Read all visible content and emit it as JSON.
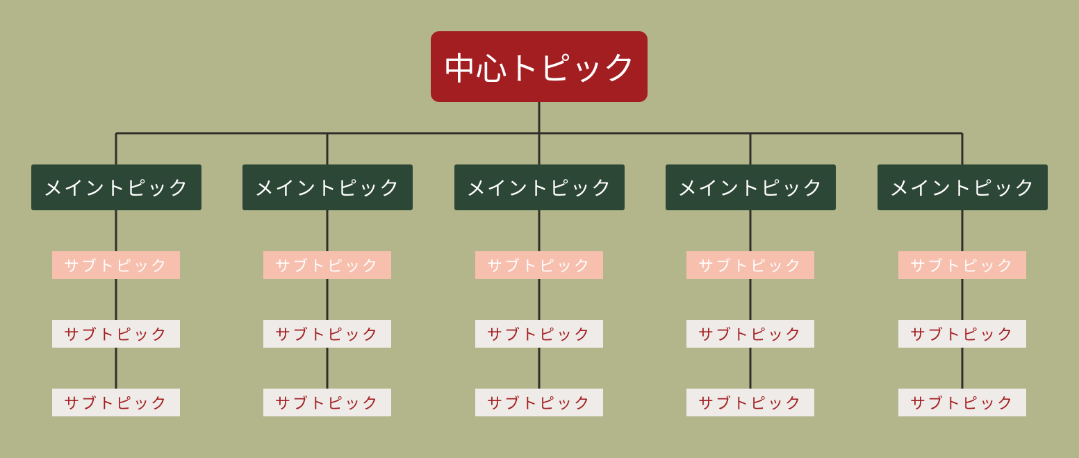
{
  "colors": {
    "background": "#b3b68b",
    "line": "#2f2f29",
    "root_fill": "#a21e21",
    "root_text": "#ffffff",
    "main_fill": "#2d4737",
    "main_text": "#ffffff",
    "sub_highlight_fill": "#f7bfae",
    "sub_highlight_text": "#ffffff",
    "sub_fill": "#efebe8",
    "sub_text": "#a21e21"
  },
  "root": {
    "label": "中心トピック"
  },
  "branches": [
    {
      "label": "メイントピック",
      "subtopics": [
        {
          "label": "サブトピック",
          "highlight": true
        },
        {
          "label": "サブトピック",
          "highlight": false
        },
        {
          "label": "サブトピック",
          "highlight": false
        }
      ]
    },
    {
      "label": "メイントピック",
      "subtopics": [
        {
          "label": "サブトピック",
          "highlight": true
        },
        {
          "label": "サブトピック",
          "highlight": false
        },
        {
          "label": "サブトピック",
          "highlight": false
        }
      ]
    },
    {
      "label": "メイントピック",
      "subtopics": [
        {
          "label": "サブトピック",
          "highlight": true
        },
        {
          "label": "サブトピック",
          "highlight": false
        },
        {
          "label": "サブトピック",
          "highlight": false
        }
      ]
    },
    {
      "label": "メイントピック",
      "subtopics": [
        {
          "label": "サブトピック",
          "highlight": true
        },
        {
          "label": "サブトピック",
          "highlight": false
        },
        {
          "label": "サブトピック",
          "highlight": false
        }
      ]
    },
    {
      "label": "メイントピック",
      "subtopics": [
        {
          "label": "サブトピック",
          "highlight": true
        },
        {
          "label": "サブトピック",
          "highlight": false
        },
        {
          "label": "サブトピック",
          "highlight": false
        }
      ]
    }
  ]
}
